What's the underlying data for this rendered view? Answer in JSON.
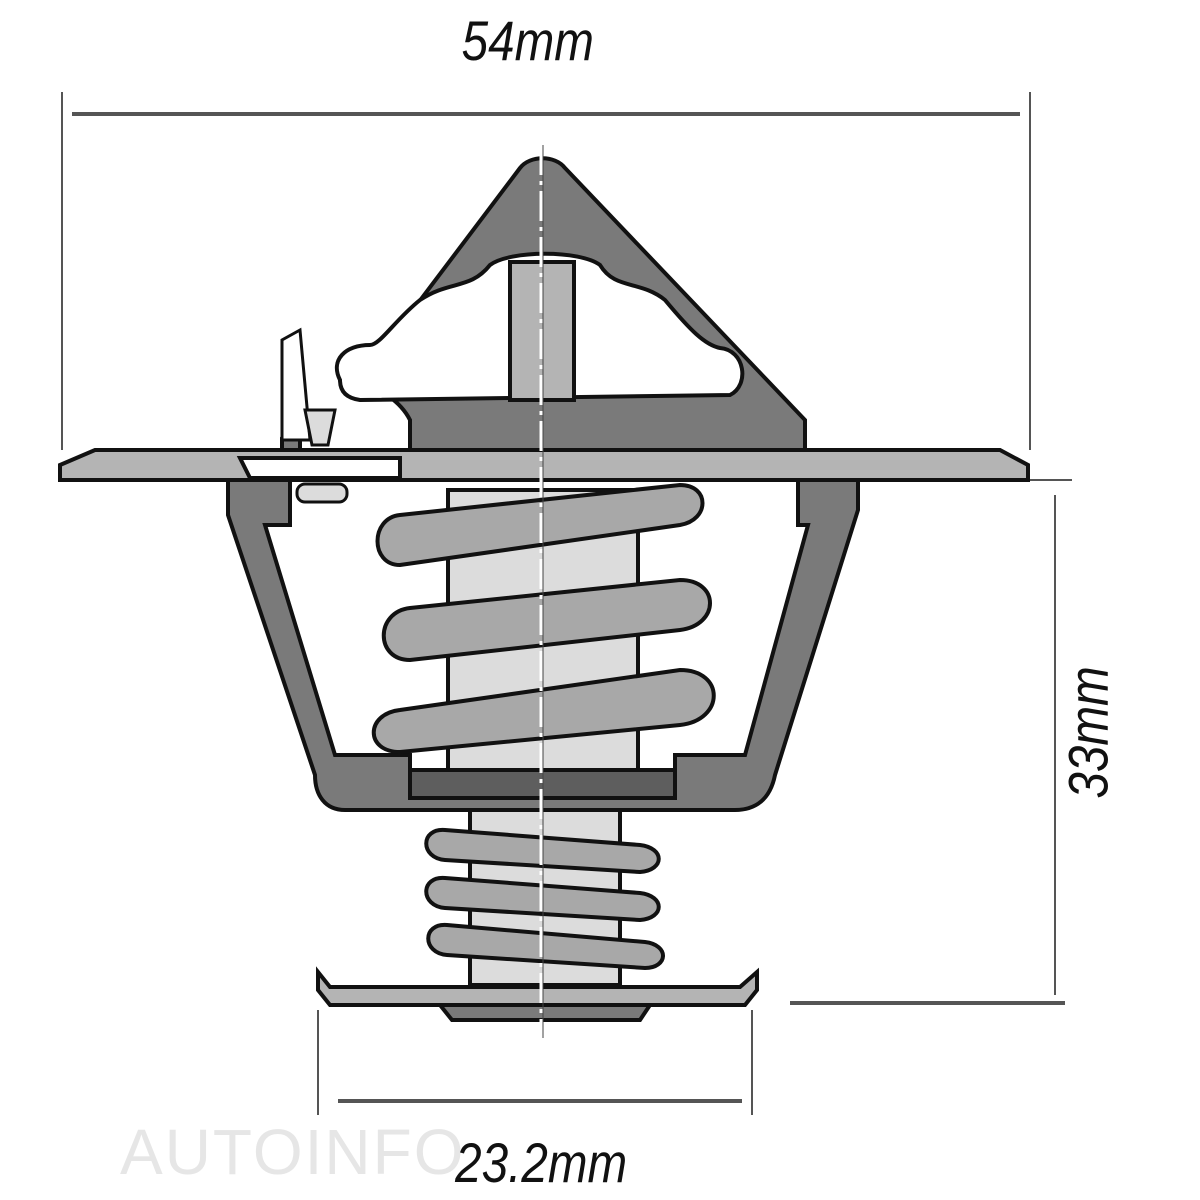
{
  "diagram": {
    "subject": "Thermostat cross-section",
    "dimensions": {
      "flange_diameter": "54mm",
      "height": "33mm",
      "base_diameter": "23.2mm"
    },
    "watermark": "AUTOINFO",
    "colors": {
      "dark_fill": "#7a7a7a",
      "light_fill": "#b4b4b4",
      "pale_fill": "#dcdcdc",
      "outline": "#111111",
      "background": "#ffffff"
    }
  }
}
